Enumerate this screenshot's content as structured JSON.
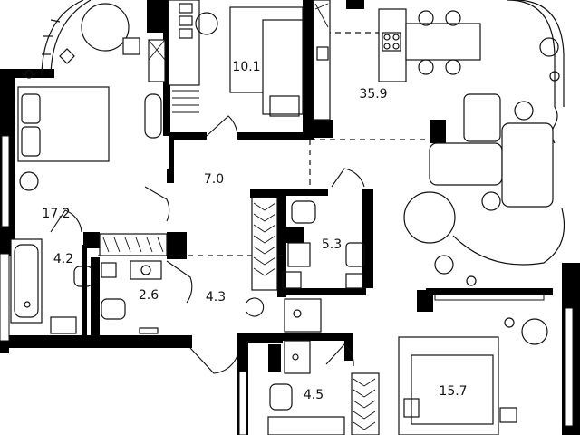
{
  "plan": {
    "rooms": [
      {
        "id": "bedroom-left",
        "area": "17.2"
      },
      {
        "id": "bath-left",
        "area": "4.2"
      },
      {
        "id": "wc",
        "area": "2.6"
      },
      {
        "id": "kids-room",
        "area": "10.1"
      },
      {
        "id": "hall",
        "area": "7.0"
      },
      {
        "id": "corridor",
        "area": "4.3"
      },
      {
        "id": "laundry",
        "area": "5.3"
      },
      {
        "id": "living-kitchen",
        "area": "35.9"
      },
      {
        "id": "bath-right",
        "area": "4.5"
      },
      {
        "id": "bedroom-right",
        "area": "15.7"
      }
    ]
  },
  "colors": {
    "wall": "#000000",
    "line": "#111111",
    "background": "#ffffff"
  }
}
